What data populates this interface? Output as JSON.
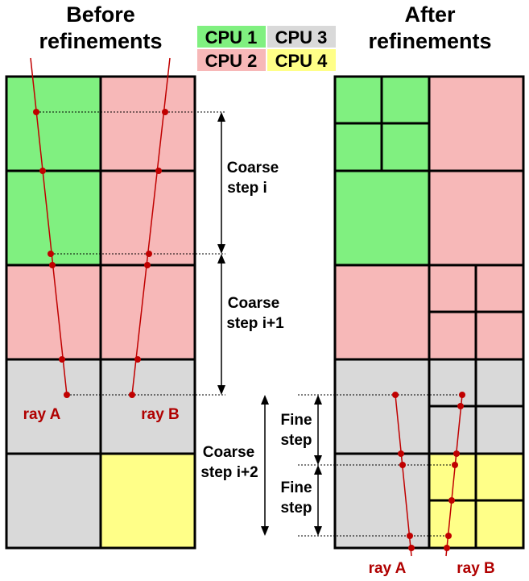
{
  "titles": {
    "left_line1": "Before",
    "left_line2": "refinements",
    "right_line1": "After",
    "right_line2": "refinements"
  },
  "legend": [
    {
      "label": "CPU 1",
      "color": "#80f080"
    },
    {
      "label": "CPU 3",
      "color": "#d9d9d9"
    },
    {
      "label": "CPU 2",
      "color": "#f7b8b8"
    },
    {
      "label": "CPU 4",
      "color": "#ffff88"
    }
  ],
  "steps": {
    "coarse_i_line1": "Coarse",
    "coarse_i_line2": "step i",
    "coarse_i1_line1": "Coarse",
    "coarse_i1_line2": "step i+1",
    "coarse_i2_line1": "Coarse",
    "coarse_i2_line2": "step i+2",
    "fine1_line1": "Fine",
    "fine1_line2": "step",
    "fine2_line1": "Fine",
    "fine2_line2": "step"
  },
  "rays": {
    "left_a": "ray A",
    "left_b": "ray B",
    "right_a": "ray A",
    "right_b": "ray B"
  },
  "colors": {
    "ray": "#c00000",
    "grid": "#000000"
  }
}
